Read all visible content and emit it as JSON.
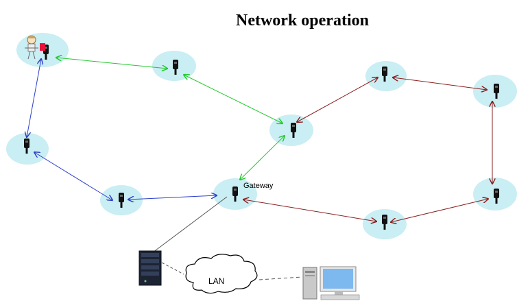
{
  "title": "Network operation",
  "gateway_label": "Gateway",
  "lan_label": "LAN",
  "colors": {
    "node_bubble": "#c9eef3",
    "green_link": "#22c92b",
    "blue_link": "#2b3fc9",
    "red_link": "#8b1f1f",
    "wire": "#555555",
    "sensor": "#111111"
  },
  "icons": [
    "sensor-node-icon",
    "user-icon",
    "server-icon",
    "cloud-icon",
    "desktop-computer-icon"
  ]
}
